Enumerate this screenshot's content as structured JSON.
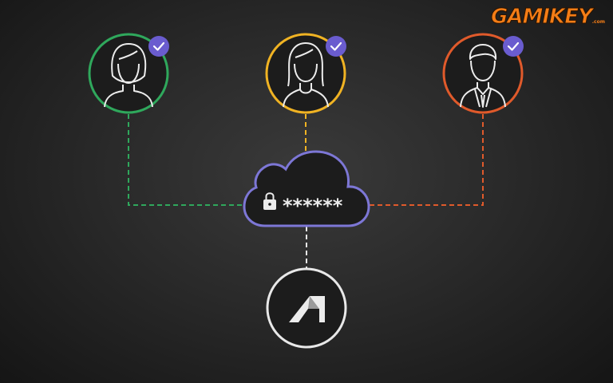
{
  "brand": {
    "name": "GAMIKEY",
    "sub": ".com"
  },
  "users": [
    {
      "name": "user-female-short-hair",
      "color": "#2fa85c",
      "verified": true
    },
    {
      "name": "user-female-long-hair",
      "color": "#f0b323",
      "verified": true
    },
    {
      "name": "user-male-suit",
      "color": "#e05a2b",
      "verified": true
    }
  ],
  "cloud": {
    "password": "******",
    "color": "#7d77d6",
    "icon": "lock-icon"
  },
  "app": {
    "icon": "autodesk-logo-icon",
    "color": "#e8e8e8"
  },
  "colors": {
    "check_badge": "#6a5ccf",
    "connector_bottom": "#e8e8e8"
  }
}
